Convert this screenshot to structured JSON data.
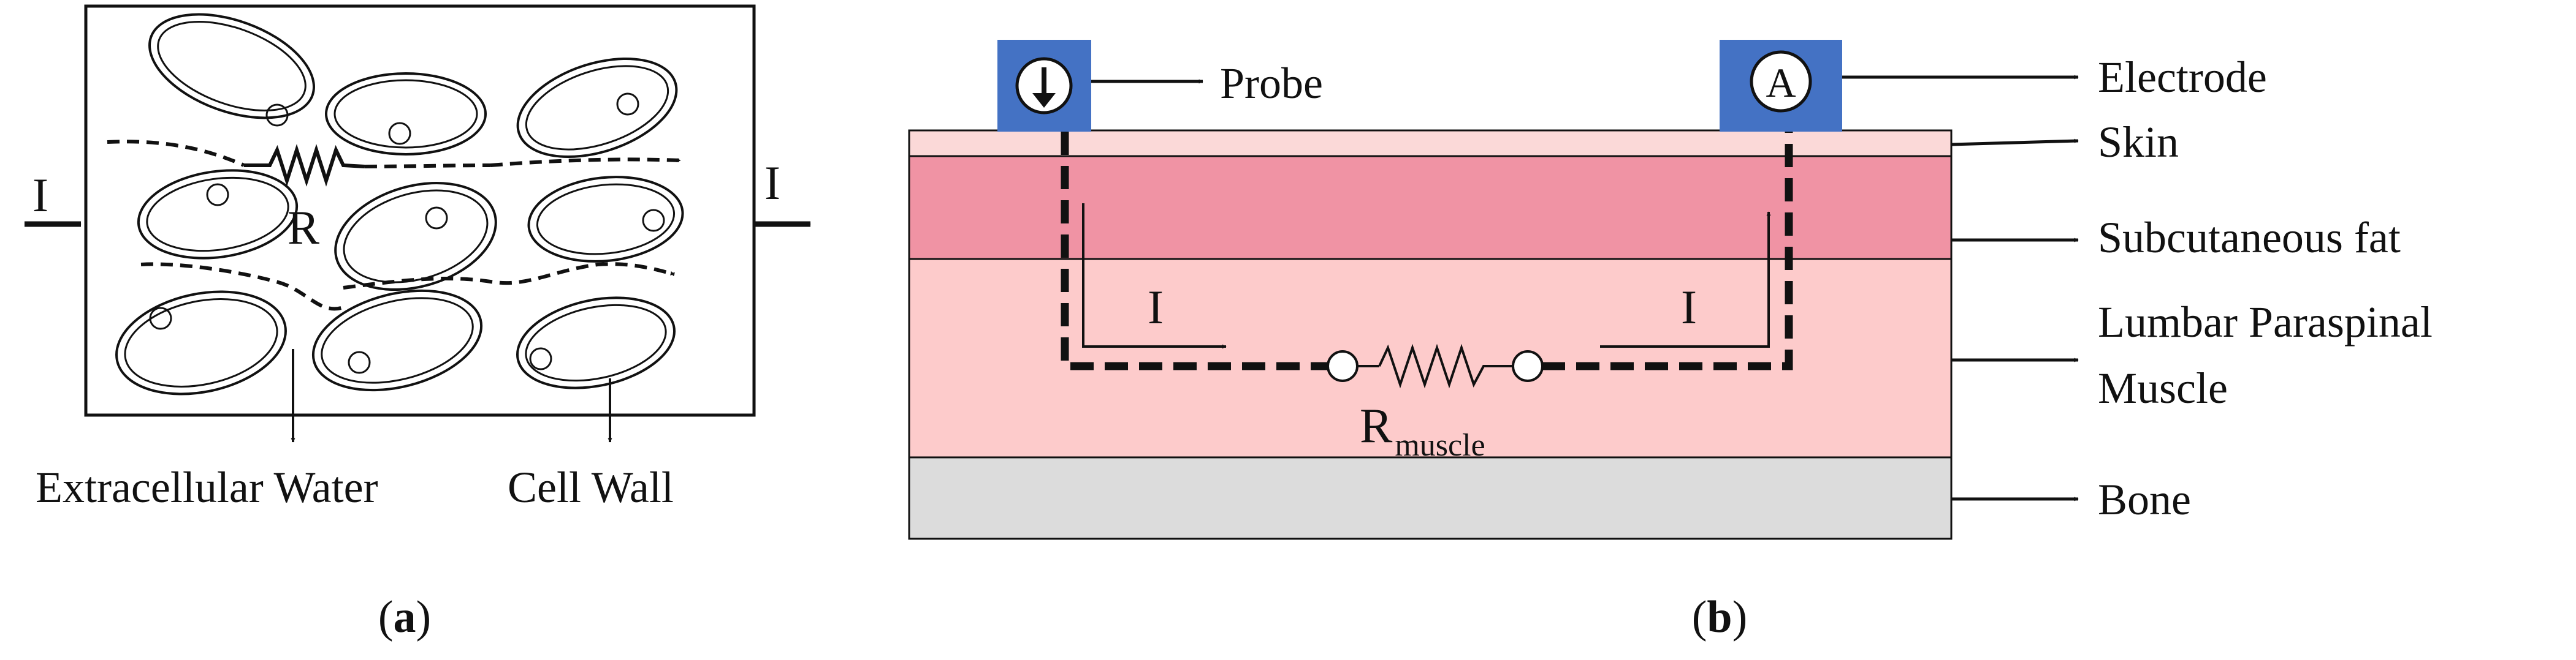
{
  "panel_a": {
    "current_in_label": "I",
    "current_out_label": "I",
    "resistor_label": "R",
    "extracellular_label": "Extracellular Water",
    "cell_wall_label": "Cell Wall",
    "caption_open": "(",
    "caption_letter": "a",
    "caption_close": ")"
  },
  "panel_b": {
    "probe_symbol_label": "Probe",
    "electrode_symbol": "A",
    "electrode_label": "Electrode",
    "layers": {
      "skin": "Skin",
      "fat": "Subcutaneous fat",
      "muscle_line1": "Lumbar Paraspinal",
      "muscle_line2": "Muscle",
      "bone": "Bone"
    },
    "current_left_label": "I",
    "current_right_label": "I",
    "resistor_main": "R",
    "resistor_sub": "muscle",
    "caption_open": "(",
    "caption_letter": "b",
    "caption_close": ")"
  },
  "colors": {
    "skin": "#fbd9d8",
    "fat": "#f093a4",
    "muscle": "#fdcbcb",
    "bone": "#dcdcdc",
    "electrode": "#4472c4",
    "ink": "#111111"
  }
}
